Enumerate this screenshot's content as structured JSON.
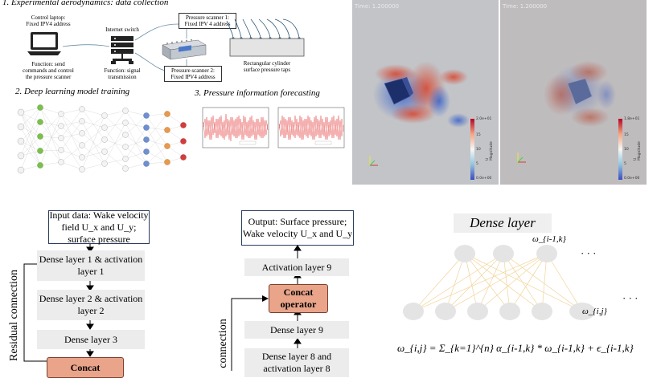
{
  "section1": {
    "title": "1. Experimental aerodynamics: data collection",
    "control_laptop": "Control laptop:\nFixed IPV4 address",
    "laptop_function": "Function: send\ncommands and control\nthe pressure scanner",
    "switch_label": "Internet switch",
    "switch_function": "Function: signal\ntransmission",
    "scanner1": "Pressure scanner 1:\nFixed IPV 4 address",
    "scanner2": "Pressure scanner 2:\nFixed IPV4 address",
    "cylinder": "Rectangular cylinder\nsurface pressure taps"
  },
  "section2": {
    "title": "2. Deep learning model training"
  },
  "section3": {
    "title": "3. Pressure information forecasting"
  },
  "cfd": {
    "left": {
      "time": "Time: 1.200000",
      "cbar_max": "2.0e+01",
      "cbar_mid1": "15",
      "cbar_mid2": "10",
      "cbar_mid3": "5",
      "cbar_min": "0.0e+00",
      "cbar_title": "U Magnitude"
    },
    "right": {
      "time": "Time: 1.200000",
      "cbar_max": "1.8e+01",
      "cbar_mid1": "15",
      "cbar_mid2": "10",
      "cbar_mid3": "5",
      "cbar_min": "0.0e+00",
      "cbar_title": "U Magnitude"
    }
  },
  "flow_left": {
    "residual_label": "Residual connection",
    "input": "Input data: Wake velocity field U_x and U_y; surface pressure",
    "dense1": "Dense layer 1 & activation layer 1",
    "dense2": "Dense layer 2 & activation layer 2",
    "dense3": "Dense layer 3",
    "concat": "Concat"
  },
  "flow_right": {
    "connection_label": "connection",
    "output": "Output: Surface pressure; Wake velocity U_x and U_y",
    "activation9": "Activation layer 9",
    "concat": "Concat operator",
    "dense9": "Dense layer 9",
    "dense8": "Dense layer 8 and activation layer 8"
  },
  "dense_diagram": {
    "title": "Dense layer",
    "top_label": "ω_{i-1,k}",
    "bottom_label": "ω_{i,j}",
    "ellipsis_top": "· · ·",
    "ellipsis_bottom": "· · ·",
    "equation": "ω_{i,j} = Σ_{k=1}^{n} α_{i-1,k} * ω_{i-1,k} + ϵ_{i-1,k}"
  }
}
